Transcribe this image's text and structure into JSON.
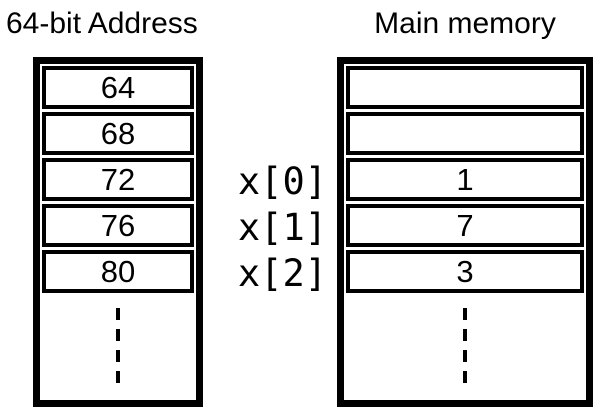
{
  "address_box": {
    "title": "64-bit Address",
    "cells": [
      "64",
      "68",
      "72",
      "76",
      "80"
    ],
    "continuation_marker": "vertical-dashes"
  },
  "memory_box": {
    "title": "Main memory",
    "cells": [
      "",
      "",
      "1",
      "7",
      "3"
    ],
    "continuation_marker": "vertical-dashes"
  },
  "labels": [
    "x[0]",
    "x[1]",
    "x[2]"
  ],
  "colors": {
    "ink": "#000000",
    "background": "#ffffff"
  }
}
